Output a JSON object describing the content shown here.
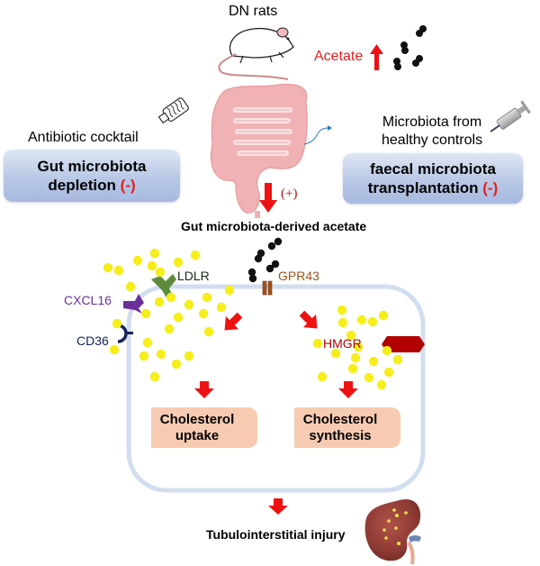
{
  "top": {
    "subject_label": "DN rats",
    "acetate_label": "Acetate"
  },
  "left": {
    "treatment_label": "Antibiotic cocktail",
    "box_line1": "Gut microbiota",
    "box_line2": "depletion",
    "box_sign": "(-)"
  },
  "right": {
    "source_line1": "Microbiota from",
    "source_line2": "healthy controls",
    "box_line1": "faecal microbiota",
    "box_line2": "transplantation",
    "box_sign": "(-)"
  },
  "center": {
    "plus_sign": "(+)",
    "derived_label": "Gut microbiota-derived acetate"
  },
  "cell": {
    "receptors": {
      "ldlr": "LDLR",
      "gpr43": "GPR43",
      "cxcl16": "CXCL16",
      "cd36": "CD36",
      "hmgr": "HMGR"
    },
    "uptake_line1": "Cholesterol",
    "uptake_line2": "uptake",
    "synthesis_line1": "Cholesterol",
    "synthesis_line2": "synthesis"
  },
  "outcome": {
    "label": "Tubulointerstitial injury"
  },
  "colors": {
    "arrow_red": "#ee1111",
    "lipid_yellow": "#f5ee1a",
    "membrane": "#d2deef",
    "ldlr_green": "#5e8a3c",
    "cxcl16_purple": "#6b2f9a",
    "cd36_navy": "#14215a",
    "gpr43_brown": "#a0521a",
    "hmgr_darkred": "#b00000"
  }
}
